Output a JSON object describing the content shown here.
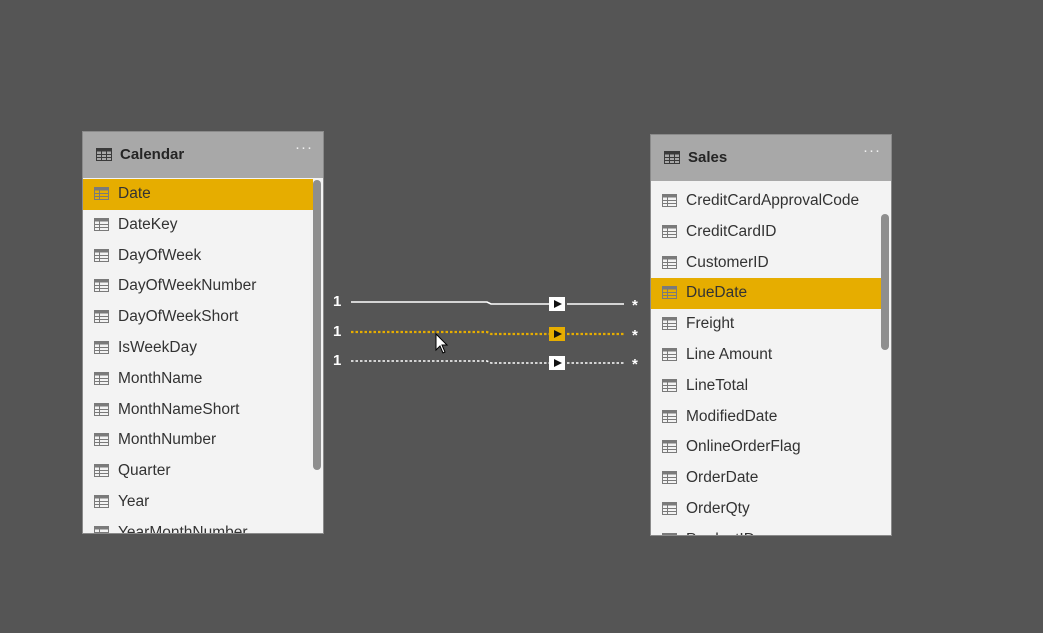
{
  "calendar": {
    "title": "Calendar",
    "more": "···",
    "fields": [
      {
        "label": "Date",
        "selected": true
      },
      {
        "label": "DateKey"
      },
      {
        "label": "DayOfWeek"
      },
      {
        "label": "DayOfWeekNumber"
      },
      {
        "label": "DayOfWeekShort"
      },
      {
        "label": "IsWeekDay"
      },
      {
        "label": "MonthName"
      },
      {
        "label": "MonthNameShort"
      },
      {
        "label": "MonthNumber"
      },
      {
        "label": "Quarter"
      },
      {
        "label": "Year"
      },
      {
        "label": "YearMonthNumber"
      }
    ]
  },
  "sales": {
    "title": "Sales",
    "more": "···",
    "fields": [
      {
        "label": "CreditCardApprovalCode"
      },
      {
        "label": "CreditCardID"
      },
      {
        "label": "CustomerID"
      },
      {
        "label": "DueDate",
        "selected": true
      },
      {
        "label": "Freight"
      },
      {
        "label": "Line Amount"
      },
      {
        "label": "LineTotal"
      },
      {
        "label": "ModifiedDate"
      },
      {
        "label": "OnlineOrderFlag"
      },
      {
        "label": "OrderDate"
      },
      {
        "label": "OrderQty"
      },
      {
        "label": "ProductID"
      }
    ]
  },
  "relationships": [
    {
      "from_cardinality": "1",
      "to_cardinality": "*",
      "style": "solid",
      "active": false
    },
    {
      "from_cardinality": "1",
      "to_cardinality": "*",
      "style": "dotted",
      "active": true
    },
    {
      "from_cardinality": "1",
      "to_cardinality": "*",
      "style": "dotted",
      "active": false
    }
  ],
  "colors": {
    "canvas": "#555555",
    "selected": "#e6ad00",
    "header": "#a8a8a8"
  }
}
